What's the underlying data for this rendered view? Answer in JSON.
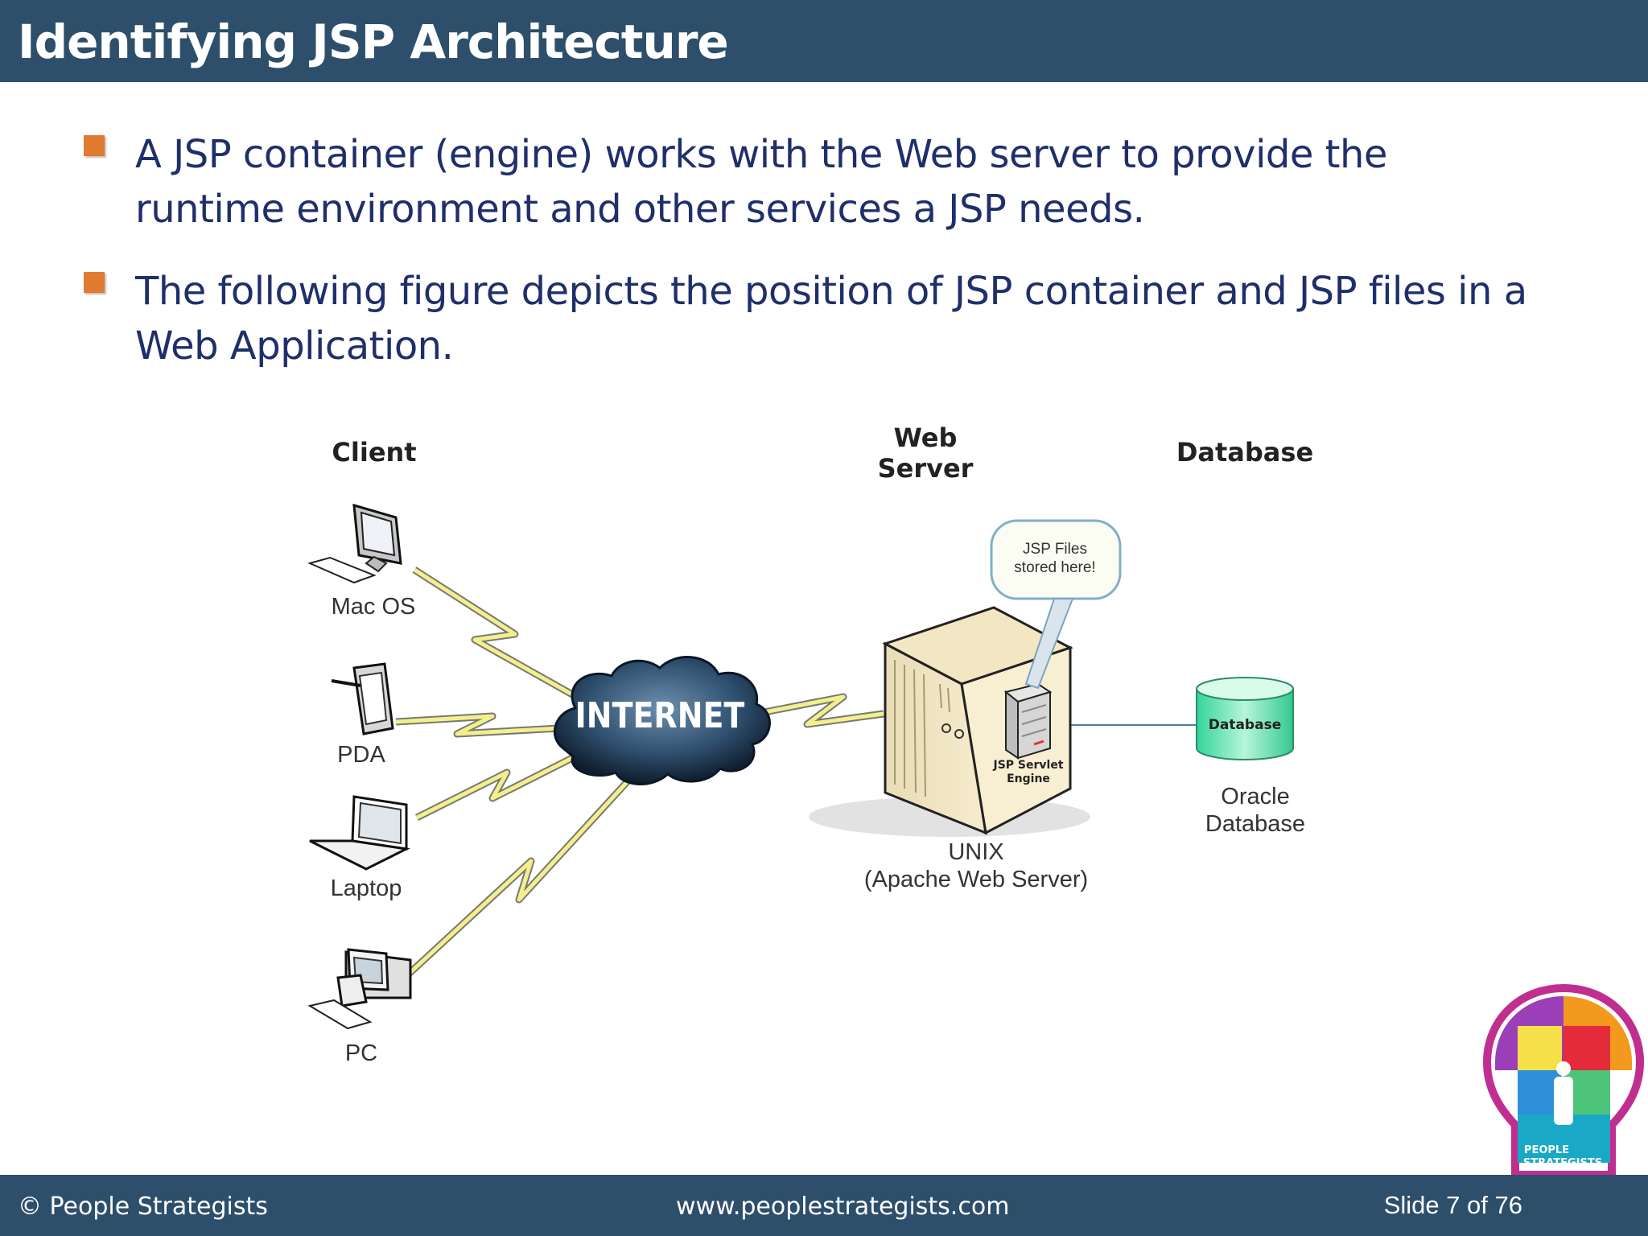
{
  "slide": {
    "title": "Identifying JSP Architecture",
    "bullets": [
      "A JSP container (engine) works with the Web server to provide the runtime environment and other services a JSP needs.",
      "The following figure depicts the position of JSP container and JSP files in a Web Application."
    ]
  },
  "diagram": {
    "columns": {
      "client": "Client",
      "web_server_line1": "Web",
      "web_server_line2": "Server",
      "database": "Database"
    },
    "clients": [
      "Mac OS",
      "PDA",
      "Laptop",
      "PC"
    ],
    "internet": "INTERNET",
    "callout_line1": "JSP Files",
    "callout_line2": "stored here!",
    "engine_line1": "JSP Servlet",
    "engine_line2": "Engine",
    "server_line1": "UNIX",
    "server_line2": "(Apache Web Server)",
    "db_label": "Database",
    "db_caption_line1": "Oracle",
    "db_caption_line2": "Database"
  },
  "logo": {
    "line1": "PEOPLE",
    "line2": "STRATEGISTS"
  },
  "footer": {
    "copyright": "© People Strategists",
    "url": "www.peoplestrategists.com",
    "slide_number": "Slide 7 of 76"
  },
  "colors": {
    "header": "#2e4f6b",
    "bullet_text": "#1f2f6b",
    "bullet_square": "#e07b30",
    "lightning": "#f3f08a"
  }
}
